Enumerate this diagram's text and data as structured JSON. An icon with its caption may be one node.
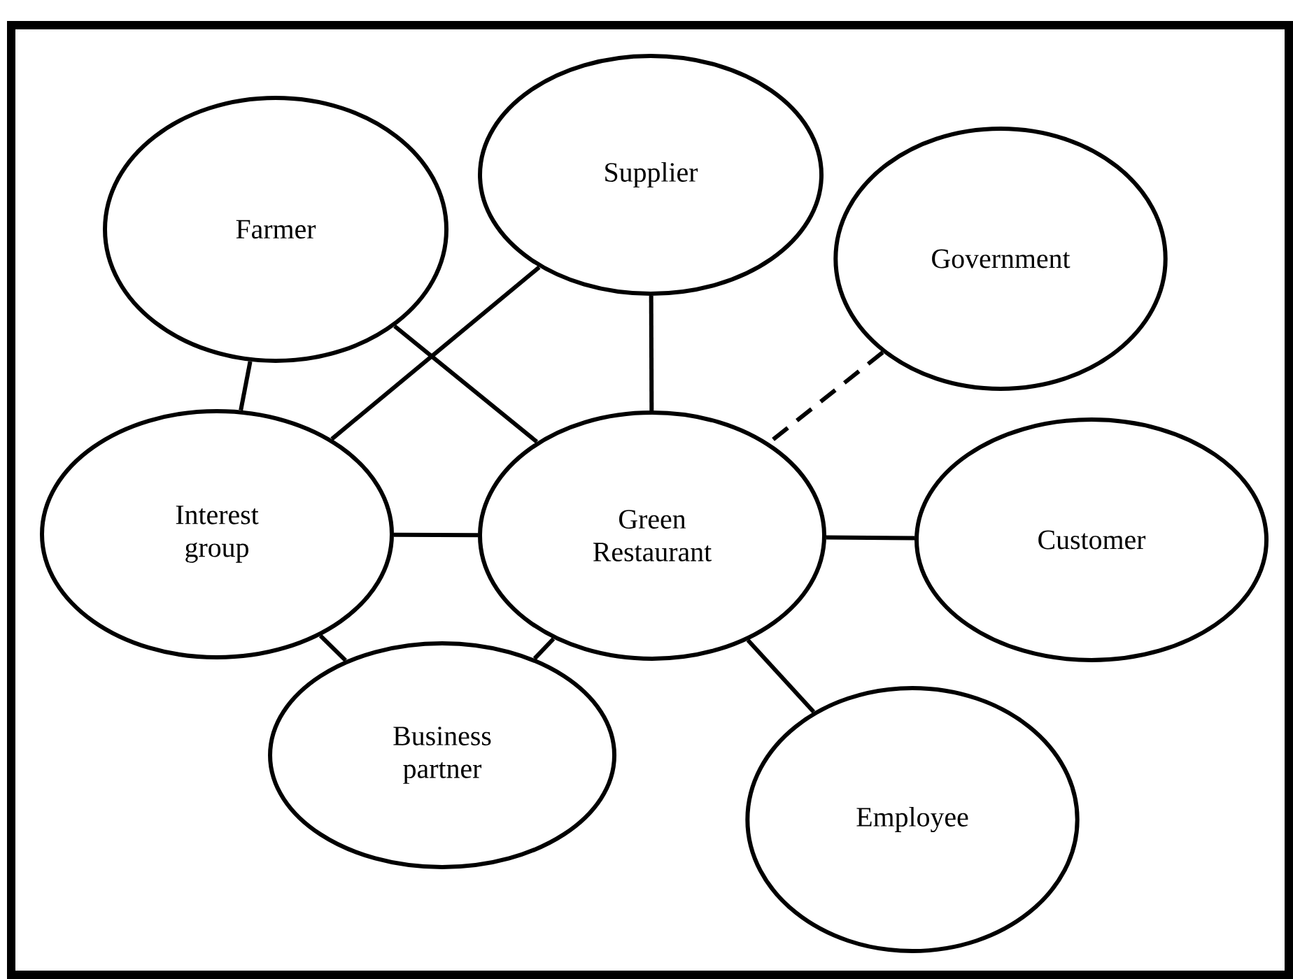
{
  "diagram": {
    "nodes": [
      {
        "text": [
          "Farmer"
        ]
      },
      {
        "text": [
          "Supplier"
        ]
      },
      {
        "text": [
          "Government"
        ]
      },
      {
        "text": [
          "Interest group"
        ]
      },
      {
        "text": [
          "Green Restaurant"
        ]
      },
      {
        "text": [
          "Customer"
        ]
      },
      {
        "text": [
          "Business partner"
        ]
      },
      {
        "text": [
          "Employee"
        ]
      }
    ],
    "edges": [
      {
        "from": 0,
        "to": 3,
        "arrow": "none"
      },
      {
        "from": 0,
        "to": 4,
        "arrow": "none"
      },
      {
        "from": 1,
        "to": 3,
        "arrow": "none"
      },
      {
        "from": 1,
        "to": 4,
        "arrow": "none"
      },
      {
        "from": 2,
        "to": 4,
        "arrow": "none",
        "style": "dashed"
      },
      {
        "from": 3,
        "to": 4,
        "arrow": "none"
      },
      {
        "from": 4,
        "to": 5,
        "arrow": "none"
      },
      {
        "from": 3,
        "to": 6,
        "arrow": "none"
      },
      {
        "from": 4,
        "to": 6,
        "arrow": "none"
      },
      {
        "from": 4,
        "to": 7,
        "arrow": "none"
      }
    ]
  }
}
